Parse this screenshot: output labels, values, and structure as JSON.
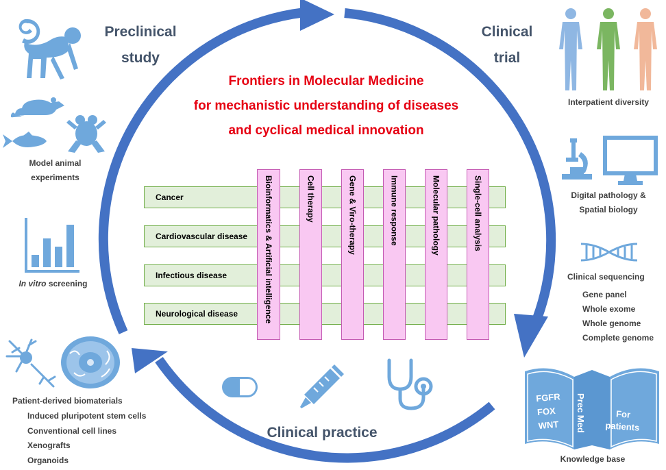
{
  "stages": {
    "preclinical": "Preclinical\nstudy",
    "clinical_trial": "Clinical\ntrial",
    "clinical_practice": "Clinical practice"
  },
  "title": {
    "line1": "Frontiers in Molecular Medicine",
    "line2": "for mechanistic understanding of diseases",
    "line3": "and cyclical medical innovation"
  },
  "diseases": [
    "Cancer",
    "Cardiovascular disease",
    "Infectious disease",
    "Neurological disease"
  ],
  "approaches": [
    "Bioinformatics & Artificial intelligence",
    "Cell therapy",
    "Gene & Viro-therapy",
    "Immune response",
    "Molecular pathology",
    "Single-cell analysis"
  ],
  "left": {
    "animal_caption": "Model animal\nexperiments",
    "in_vitro_italic": "In vitro",
    "in_vitro_rest": " screening",
    "biomaterials_title": "Patient-derived biomaterials",
    "biomaterials_items": [
      "Induced pluripotent stem cells",
      "Conventional cell lines",
      "Xenografts",
      "Organoids"
    ]
  },
  "right": {
    "diversity_caption": "Interpatient diversity",
    "pathology_caption": "Digital pathology &\nSpatial biology",
    "sequencing_title": "Clinical sequencing",
    "sequencing_items": [
      "Gene panel",
      "Whole exome",
      "Whole genome",
      "Complete genome"
    ],
    "book_left": "FGFR\nFOX\nWNT",
    "book_spine": "Prec Med",
    "book_right": "For\npatients",
    "kb_caption": "Knowledge base"
  },
  "colors": {
    "cycle": "#4472c4",
    "icon": "#6fa8dc",
    "title": "#e60012",
    "disease_fill": "#e2efda",
    "disease_border": "#70ad47",
    "bar_fill": "#f9c8f2",
    "bar_border": "#c45ab3",
    "person_blue": "#8fb7e3",
    "person_green": "#7bb661",
    "person_peach": "#f1b89a"
  },
  "icons": [
    "monkey-icon",
    "rat-icon",
    "fish-icon",
    "frog-icon",
    "bar-chart-icon",
    "neuron-icon",
    "cell-icon",
    "pill-icon",
    "syringe-icon",
    "stethoscope-icon",
    "human-figure-icon",
    "microscope-icon",
    "monitor-icon",
    "dna-icon",
    "book-icon"
  ]
}
